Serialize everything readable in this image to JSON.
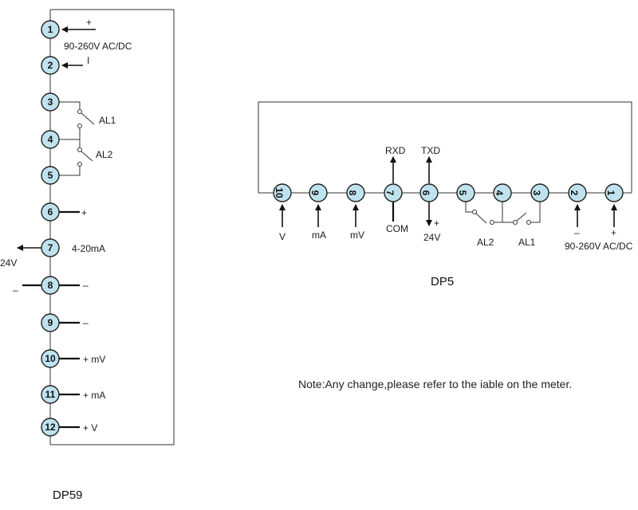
{
  "dp59": {
    "caption": "DP59",
    "terminals": [
      {
        "n": "1",
        "label": "+"
      },
      {
        "n": "2",
        "label": "I"
      },
      {
        "n": "3",
        "label": ""
      },
      {
        "n": "4",
        "label": "AL1"
      },
      {
        "n": "5",
        "label": "AL2"
      },
      {
        "n": "6",
        "label": "+"
      },
      {
        "n": "7",
        "label": "4-20mA"
      },
      {
        "n": "8",
        "label": "–"
      },
      {
        "n": "9",
        "label": "–"
      },
      {
        "n": "10",
        "label": "+ mV"
      },
      {
        "n": "11",
        "label": "+ mA"
      },
      {
        "n": "12",
        "label": "+ V"
      }
    ],
    "power_label": "90-260V AC/DC",
    "left_24v": "24V",
    "left_minus": "–"
  },
  "dp5": {
    "caption": "DP5",
    "terminals": [
      "10",
      "9",
      "8",
      "7",
      "6",
      "5",
      "4",
      "3",
      "2",
      "1"
    ],
    "bottom_labels": {
      "t10": "V",
      "t9": "mA",
      "t8": "mV",
      "t7": "COM",
      "t6_plus": "+",
      "t6": "24V",
      "t2": "–",
      "t1": "+",
      "power": "90-260V AC/DC"
    },
    "top_labels": {
      "t7": "RXD",
      "t6": "TXD"
    },
    "alarms": {
      "al2": "AL2",
      "al1": "AL1"
    }
  },
  "note": "Note:Any change,please refer to the iable on the meter."
}
